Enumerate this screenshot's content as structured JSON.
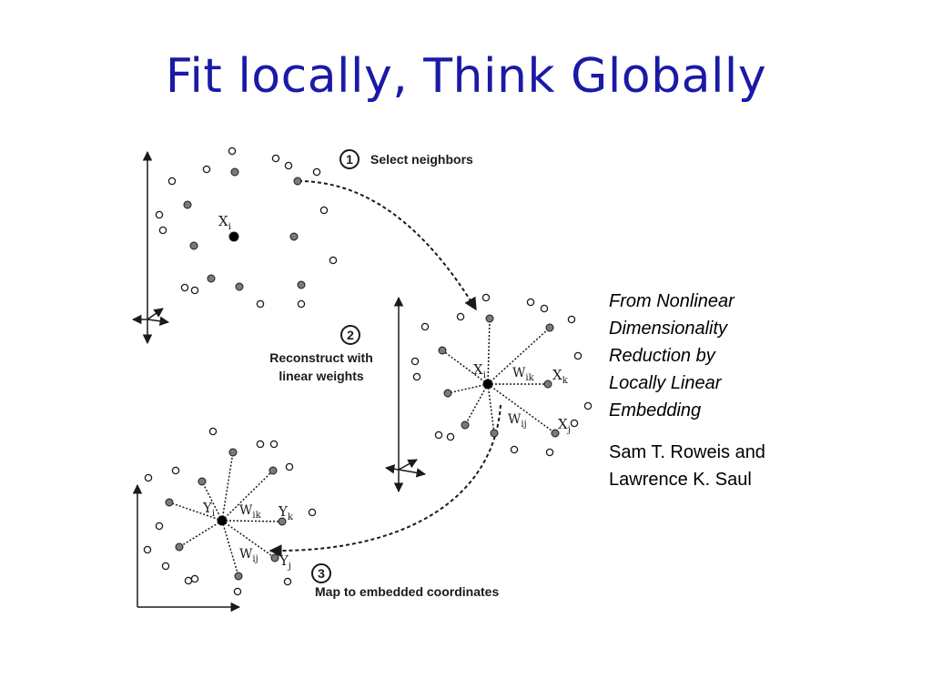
{
  "title": "Fit locally, Think Globally",
  "figure": {
    "steps": [
      {
        "number": "1",
        "label": "Select neighbors"
      },
      {
        "number": "2",
        "label_lines": [
          "Reconstruct with",
          "linear weights"
        ]
      },
      {
        "number": "3",
        "label": "Map to embedded coordinates"
      }
    ],
    "symbols": {
      "x": "X",
      "y": "Y",
      "w": "W",
      "sub_i": "i",
      "sub_j": "j",
      "sub_k": "k",
      "sub_ik": "ik",
      "sub_ij": "ij"
    },
    "colors": {
      "hollow_point": "#ffffff",
      "neighbor_point": "#7a7a7a",
      "center_point": "#000000",
      "ink": "#1a1a1a"
    }
  },
  "citation": {
    "reference_lines": [
      "From Nonlinear",
      "Dimensionality",
      "Reduction by",
      "Locally Linear",
      "Embedding"
    ],
    "author_lines": [
      "Sam T. Roweis and",
      "Lawrence K. Saul"
    ]
  },
  "colors": {
    "title": "#1a1aa6",
    "text": "#000000"
  }
}
